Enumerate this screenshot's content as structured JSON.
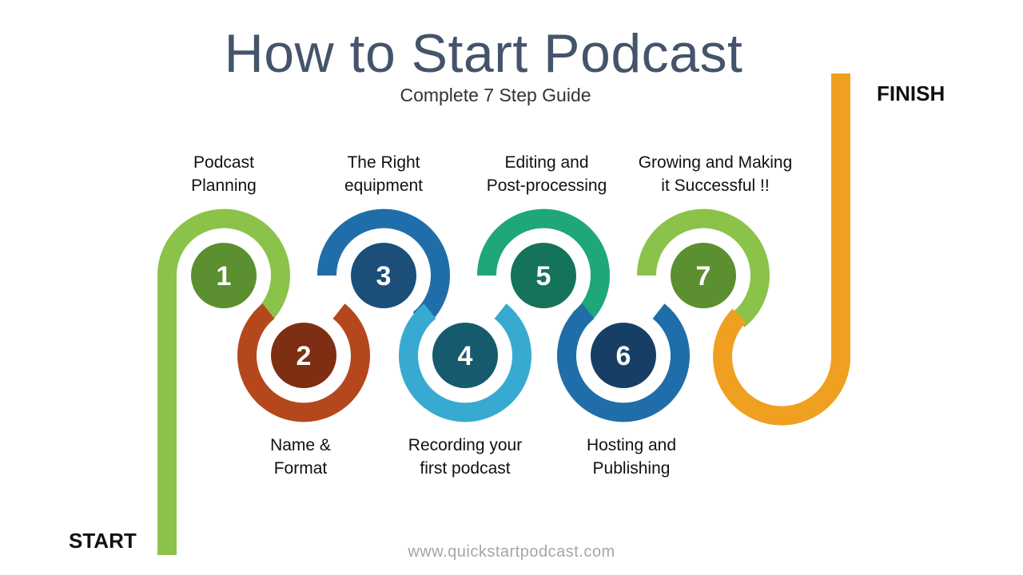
{
  "title": "How to Start Podcast",
  "subtitle": "Complete 7 Step Guide",
  "start_label": "START",
  "finish_label": "FINISH",
  "footer": "www.quickstartpodcast.com",
  "steps": [
    {
      "number": "1",
      "line1": "Podcast",
      "line2": "Planning",
      "ring_color": "#8bc34a",
      "circle_color": "#5b8f2f"
    },
    {
      "number": "2",
      "line1": "Name &",
      "line2": "Format",
      "ring_color": "#b5471c",
      "circle_color": "#7e2e12"
    },
    {
      "number": "3",
      "line1": "The Right",
      "line2": "equipment",
      "ring_color": "#1f6ea9",
      "circle_color": "#1b4f7a"
    },
    {
      "number": "4",
      "line1": "Recording your",
      "line2": "first podcast",
      "ring_color": "#38aad2",
      "circle_color": "#165a6e"
    },
    {
      "number": "5",
      "line1": "Editing and",
      "line2": "Post-processing",
      "ring_color": "#1fa77a",
      "circle_color": "#14735a"
    },
    {
      "number": "6",
      "line1": "Hosting and",
      "line2": "Publishing",
      "ring_color": "#1f6ea9",
      "circle_color": "#173f66"
    },
    {
      "number": "7",
      "line1": "Growing and Making",
      "line2": "it Successful !!",
      "ring_color": "#8bc34a",
      "circle_color": "#5b8f2f"
    }
  ],
  "finish_path_color": "#f0a020",
  "start_path_color": "#8bc34a",
  "title_color": "#44546a"
}
